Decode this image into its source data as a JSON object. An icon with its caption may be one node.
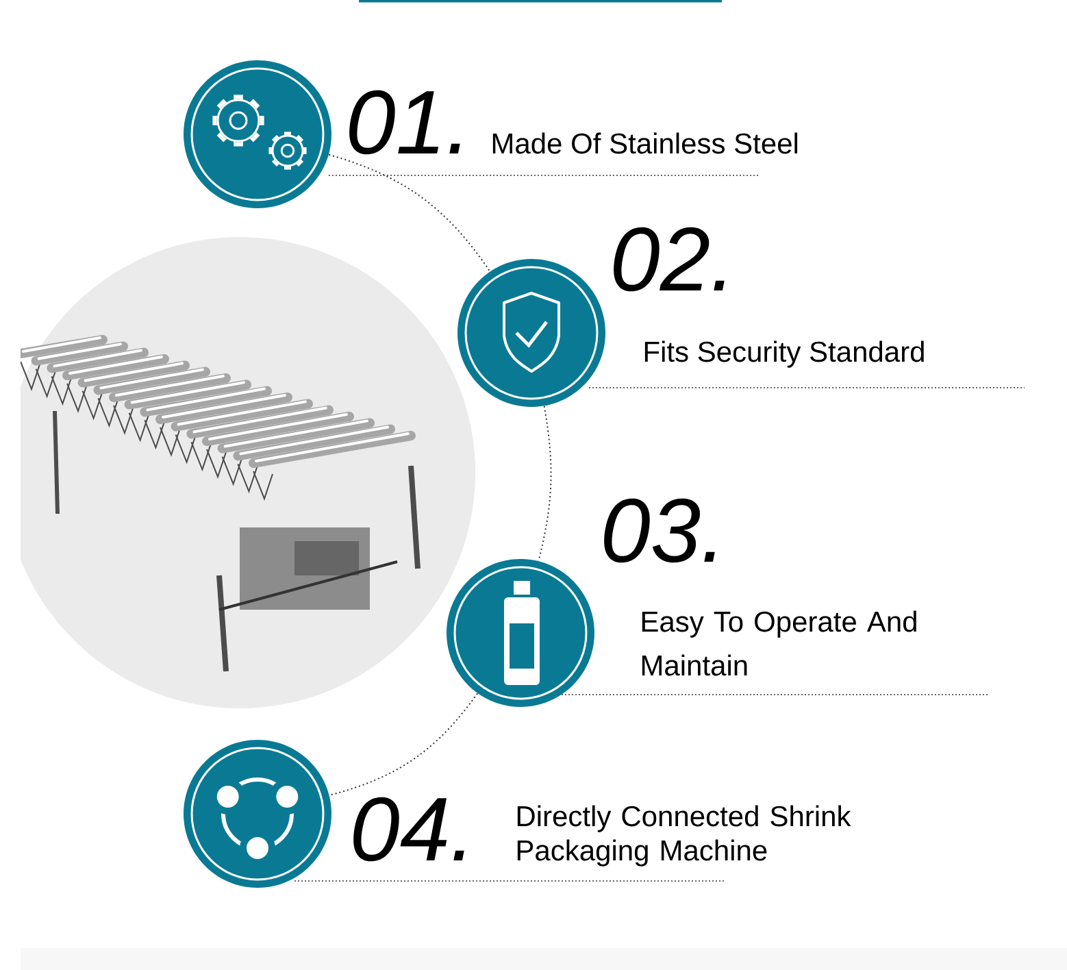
{
  "diagram": {
    "nodes": [
      {
        "text": [],
        "shape": "circle"
      },
      {
        "text": [],
        "shape": "circle"
      },
      {
        "text": [],
        "shape": "circle"
      },
      {
        "text": [],
        "shape": "circle"
      }
    ],
    "edges": [
      {
        "from": 0,
        "to": 1,
        "arrow": "none",
        "style": "dashed"
      },
      {
        "from": 1,
        "to": 2,
        "arrow": "none",
        "style": "dashed"
      },
      {
        "from": 2,
        "to": 3,
        "arrow": "none",
        "style": "dashed"
      }
    ],
    "labels": [
      "01.",
      "Made Of Stainless Steel",
      "02.",
      "Fits Security Standard",
      "03.",
      "Easy To Operate And Maintain",
      "04.",
      "Directly Connected Shrink Packaging Machine"
    ]
  }
}
